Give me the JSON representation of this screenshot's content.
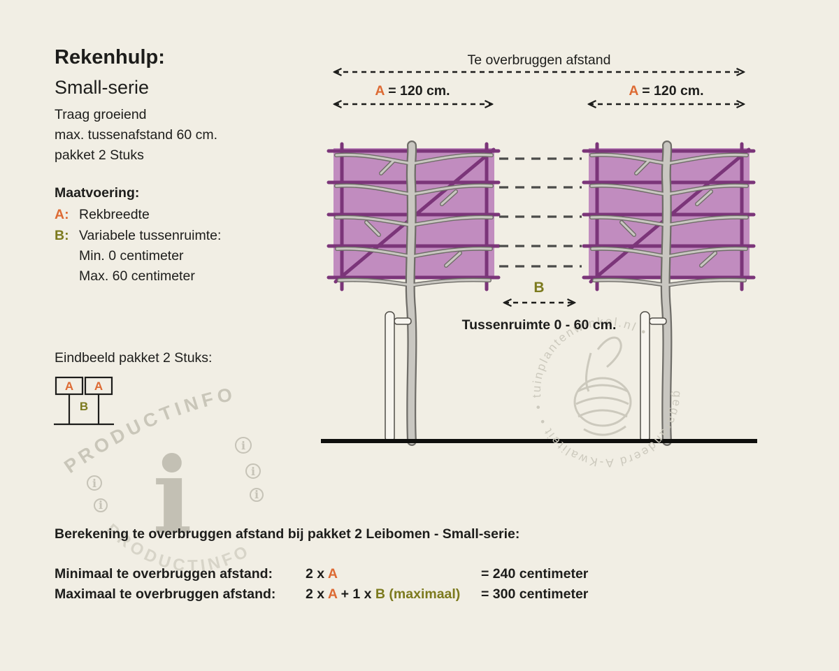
{
  "colors": {
    "background": "#f1eee4",
    "text": "#1d1d1b",
    "accent_a": "#dd6a33",
    "accent_b": "#7c7a1e",
    "panel_fill": "#c18cbf",
    "panel_line": "#7b3579",
    "watermark": "#c9c6b9"
  },
  "header": {
    "title": "Rekenhulp:",
    "series": "Small-serie",
    "description_lines": [
      "Traag groeiend",
      "max. tussenafstand 60 cm.",
      "pakket 2 Stuks"
    ]
  },
  "maatvoering": {
    "heading": "Maatvoering:",
    "a_key": "A:",
    "a_label": "Rekbreedte",
    "b_key": "B:",
    "b_label": "Variabele tussenruimte:",
    "b_min": "Min. 0 centimeter",
    "b_max": "Max. 60 centimeter"
  },
  "eindbeeld": {
    "heading": "Eindbeeld pakket 2 Stuks:",
    "a_left": "A",
    "a_right": "A",
    "b": "B"
  },
  "diagram": {
    "span_label": "Te overbruggen afstand",
    "a_left_key": "A",
    "a_left_value": " = 120 cm.",
    "a_right_key": "A",
    "a_right_value": " = 120 cm.",
    "b_key": "B",
    "gap_label": "Tussenruimte 0 - 60 cm."
  },
  "calculation": {
    "heading": "Berekening te overbruggen afstand bij pakket 2 Leibomen - Small-serie:",
    "min_label": "Minimaal te overbruggen afstand:",
    "min_formula_pre": "2 x ",
    "min_formula_a": "A",
    "min_result": "= 240 centimeter",
    "max_label": "Maximaal te overbruggen afstand:",
    "max_formula_pre": "2 x ",
    "max_formula_a": "A",
    "max_formula_mid": " + 1 x ",
    "max_formula_b": "B (maximaal)",
    "max_result": "= 300 centimeter"
  },
  "watermarks": {
    "productinfo_upper": "PRODUCTINFO",
    "productinfo_lower": "PRODUCTINFO",
    "big_info": "i",
    "mini_info": "i",
    "circle_left": "• tuinplantenwinkel.nl •",
    "circle_right": "gegarandeerd A-Kwaliteit •"
  }
}
